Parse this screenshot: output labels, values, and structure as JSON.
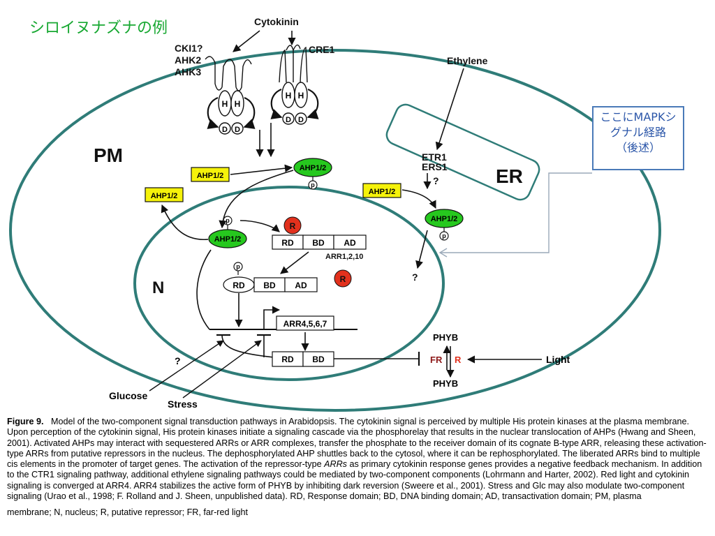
{
  "slide": {
    "title": "シロイヌナズナの例",
    "note": [
      "ここにMAPKシ",
      "グナル経路",
      "（後述）"
    ]
  },
  "diagram": {
    "compartments": {
      "pm": "PM",
      "er": "ER",
      "n": "N"
    },
    "signals": {
      "cytokinin": "Cytokinin",
      "ethylene": "Ethylene",
      "light": "Light",
      "glucose": "Glucose",
      "stress": "Stress"
    },
    "receptors": {
      "left_lines": [
        "CKI1?",
        "AHK2",
        "AHK3"
      ],
      "right": "CRE1",
      "etr": [
        "ETR1",
        "ERS1"
      ]
    },
    "domains": {
      "h": "H",
      "d": "D",
      "p": "p",
      "r": "R",
      "rd": "RD",
      "bd": "BD",
      "ad": "AD",
      "fr": "FR"
    },
    "ahp": "AHP1/2",
    "arr_bound": "ARR1,2,10",
    "arr_target": "ARR4,5,6,7",
    "phyb": "PHYB",
    "question": "?"
  },
  "caption": {
    "label": "Figure 9.",
    "body_1": "Model of the two-component signal transduction pathways in Arabidopsis. The cytokinin signal is perceived by multiple His protein kinases at the plasma membrane. Upon perception of the cytokinin signal, His protein kinases initiate a signaling cascade via the phosphorelay that results in the nuclear translocation of AHPs (Hwang and Sheen, 2001). Activated AHPs may interact with sequestered ARRs or ARR complexes, transfer the phosphate to the receiver domain of its cognate B-type ARR, releasing these activation-type ARRs from putative repressors in the nucleus. The dephosphorylated AHP shuttles back to the cytosol, where it can be rephosphorylated. The liberated ARRs bind to multiple cis elements in the promoter of target genes. The activation of the repressor-type",
    "italic": "ARRs",
    "body_2": "as primary cytokinin response genes provides a negative feedback mechanism. In addition to the CTR1 signaling pathway, additional ethylene signaling pathways could be mediated by two-component components (Lohrmann and Harter, 2002). Red light and cytokinin signaling is converged at ARR4. ARR4 stabilizes the active form of PHYB by inhibiting dark reversion (Sweere et al., 2001). Stress and Glc may also modulate two-component signaling (Urao et al., 1998; F. Rolland and J. Sheen, unpublished data). RD, Response domain; BD, DNA binding domain; AD, transactivation domain; PM, plasma",
    "body_3": "membrane; N, nucleus; R, putative repressor; FR, far-red light"
  }
}
